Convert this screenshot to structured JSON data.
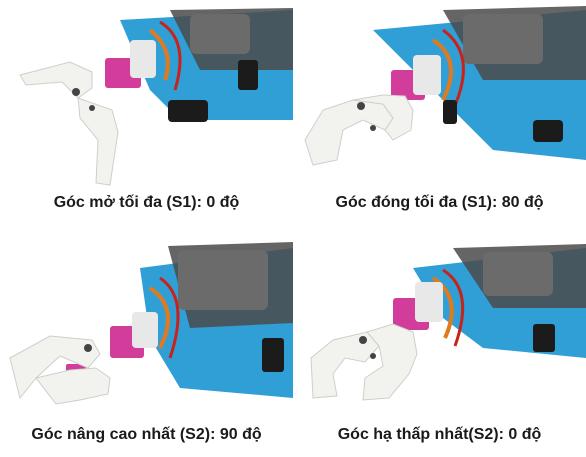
{
  "panels": [
    {
      "caption": "Góc mở tối đa (S1): 0 độ"
    },
    {
      "caption": "Góc đóng tối đa (S1): 80 độ"
    },
    {
      "caption": "Góc nâng cao nhất (S2): 90 độ"
    },
    {
      "caption": "Góc hạ thấp nhất(S2): 0 độ"
    }
  ]
}
